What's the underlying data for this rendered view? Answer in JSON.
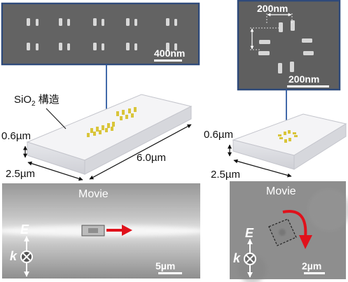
{
  "left": {
    "sem_scale_label": "400nm",
    "structure_label_main": "SiO",
    "structure_label_sub": "2",
    "structure_label_suffix": " 構造",
    "dim_thickness": "0.6µm",
    "dim_width": "2.5µm",
    "dim_length": "6.0µm",
    "movie_label": "Movie",
    "e_label": "E",
    "k_label": "k",
    "movie_scale_label": "5µm"
  },
  "right": {
    "sem_dim_horizontal": "200nm",
    "sem_scale_label": "200nm",
    "dim_thickness": "0.6µm",
    "dim_width": "2.5µm",
    "movie_label": "Movie",
    "e_label": "E",
    "k_label": "k",
    "movie_scale_label": "2µm"
  },
  "colors": {
    "sem_border": "#2f4a7a",
    "connector_blue": "#2c5aa0",
    "arrow_red": "#e0111b",
    "gold_pads": "#d9c53a",
    "slab_top": "#f4f4f6",
    "slab_side": "#dcdde2"
  },
  "icons": {
    "motion_arrow": "right-arrow-icon",
    "rotation_arrow": "curved-clockwise-arrow-icon",
    "k_vector": "circled-x-icon",
    "e_field": "double-headed-vertical-arrow-icon"
  }
}
